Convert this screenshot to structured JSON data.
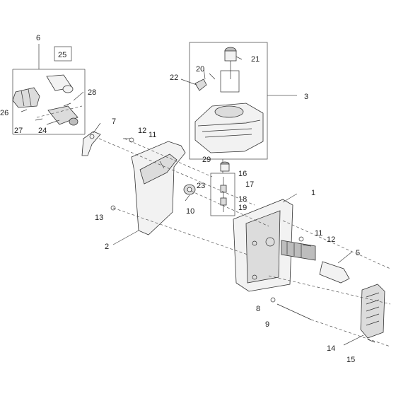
{
  "callouts": {
    "c1": "1",
    "c2": "2",
    "c3": "3",
    "c5": "5",
    "c6": "6",
    "c7": "7",
    "c8": "8",
    "c9": "9",
    "c10": "10",
    "c11a": "11",
    "c11b": "11",
    "c12a": "12",
    "c12b": "12",
    "c13": "13",
    "c14": "14",
    "c15": "15",
    "c16": "16",
    "c17": "17",
    "c18": "18",
    "c19": "19",
    "c20": "20",
    "c21": "21",
    "c22": "22",
    "c23": "23",
    "c24": "24",
    "c25": "25",
    "c26": "26",
    "c27": "27",
    "c28": "28",
    "c29": "29"
  }
}
